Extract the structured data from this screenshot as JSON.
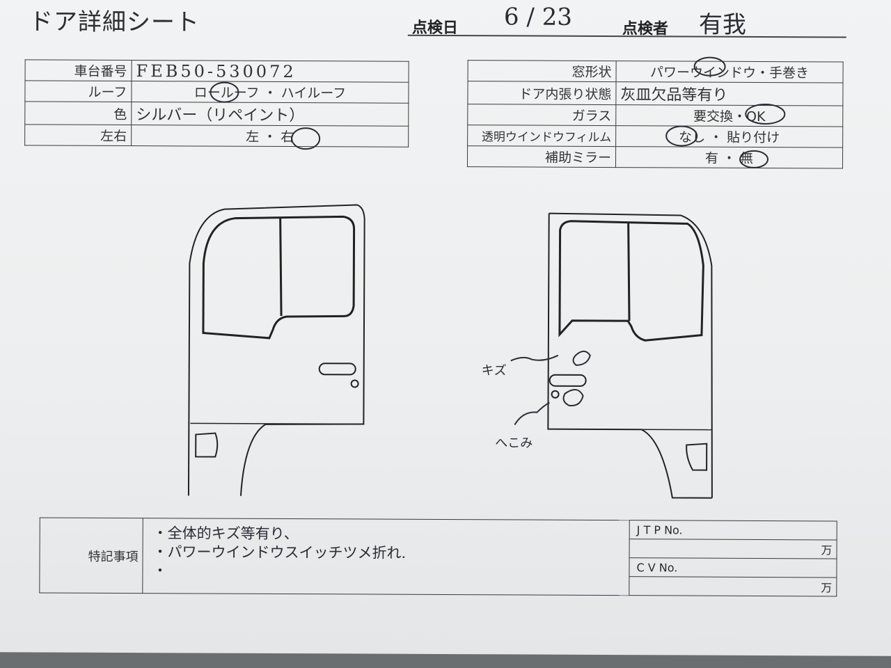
{
  "header": {
    "title": "ドア詳細シート",
    "inspection_date_label": "点検日",
    "inspection_date": "6 / 23",
    "inspector_label": "点検者",
    "inspector": "有我"
  },
  "left_table": {
    "rows": [
      {
        "label": "車台番号",
        "value": "FEB50-530072"
      },
      {
        "label": "ルーフ",
        "value": "ロールーフ ・ ハイルーフ"
      },
      {
        "label": "色",
        "value": "シルバー（リペイント）"
      },
      {
        "label": "左右",
        "value": "左 ・ 右"
      }
    ]
  },
  "right_table": {
    "rows": [
      {
        "label": "窓形状",
        "value": "パワーウインドウ・手巻き"
      },
      {
        "label": "ドア内張り状態",
        "value": "灰皿欠品等有り"
      },
      {
        "label": "ガラス",
        "value": "要交換・OK"
      },
      {
        "label": "透明ウインドウフィルム",
        "value": "なし ・ 貼り付け"
      },
      {
        "label": "補助ミラー",
        "value": "有 ・ 無"
      }
    ]
  },
  "annotations": {
    "scratch": "キズ",
    "dent": "へこみ"
  },
  "notes": {
    "label": "特記事項",
    "lines": [
      "・全体的キズ等有り、",
      "・パワーウインドウスイッチツメ折れ.",
      "・"
    ],
    "jtp_label": "J T P  No.",
    "jtp_unit": "万",
    "cv_label": "C V  No.",
    "cv_unit": "万"
  }
}
